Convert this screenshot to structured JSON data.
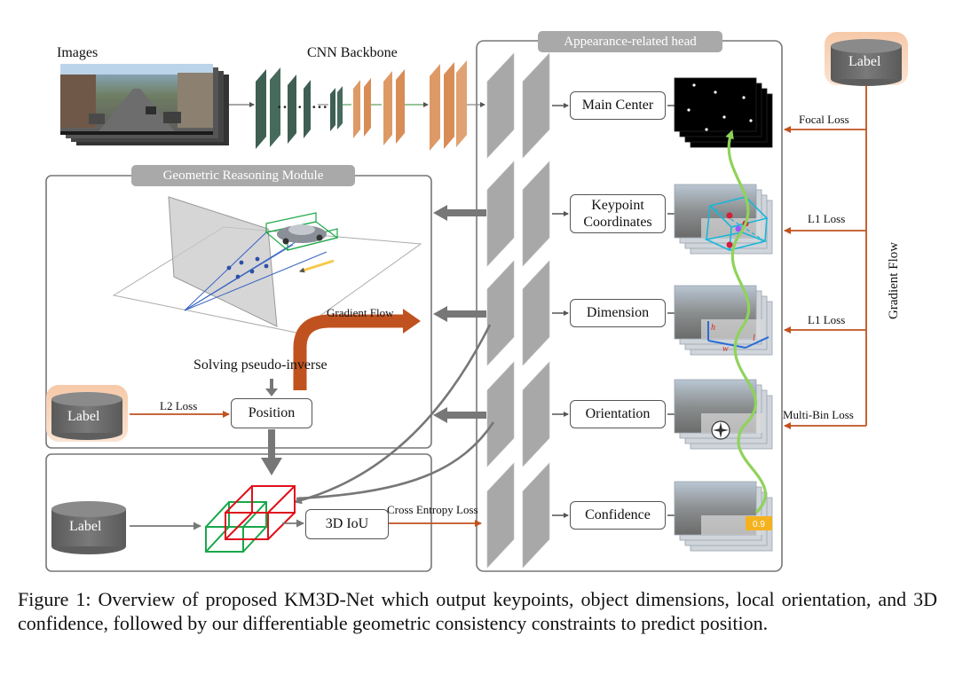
{
  "inputs": {
    "images_label": "Images",
    "backbone_label": "CNN Backbone"
  },
  "appearance_head": {
    "title": "Appearance-related head",
    "outputs": [
      "Main Center",
      "Keypoint\nCoordinates",
      "Dimension",
      "Orientation",
      "Confidence"
    ]
  },
  "geometric_module": {
    "title": "Geometric Reasoning Module",
    "solver_label": "Solving pseudo-inverse",
    "gradient_flow_label": "Gradient Flow",
    "position_label": "Position",
    "label_db": "Label",
    "l2_loss": "L2 Loss"
  },
  "iou_module": {
    "label_db": "Label",
    "iou_label": "3D IoU",
    "ce_loss": "Cross Entropy Loss"
  },
  "supervision": {
    "label_db": "Label",
    "gradient_flow_label": "Gradient Flow",
    "losses": [
      "Focal Loss",
      "L1 Loss",
      "L1 Loss",
      "Multi-Bin Loss"
    ]
  },
  "result_overlays": {
    "confidence_value": "0.9"
  },
  "colors": {
    "loss_arrow": "#c0521f",
    "label_db": "#6b6b6b",
    "label_glow": "#f6c9a8",
    "backbone_green": "#3f5f52",
    "backbone_orange": "#dd9a67",
    "feature_map": "#a8a8a8",
    "keypoint_flow": "#8fd35a",
    "box_gt": "#18a84a",
    "box_pred": "#e0101a"
  },
  "caption": "Figure 1: Overview of proposed KM3D-Net which output keypoints, object dimensions, local orientation, and 3D confidence, followed by our differentiable geometric consistency constraints to predict position."
}
